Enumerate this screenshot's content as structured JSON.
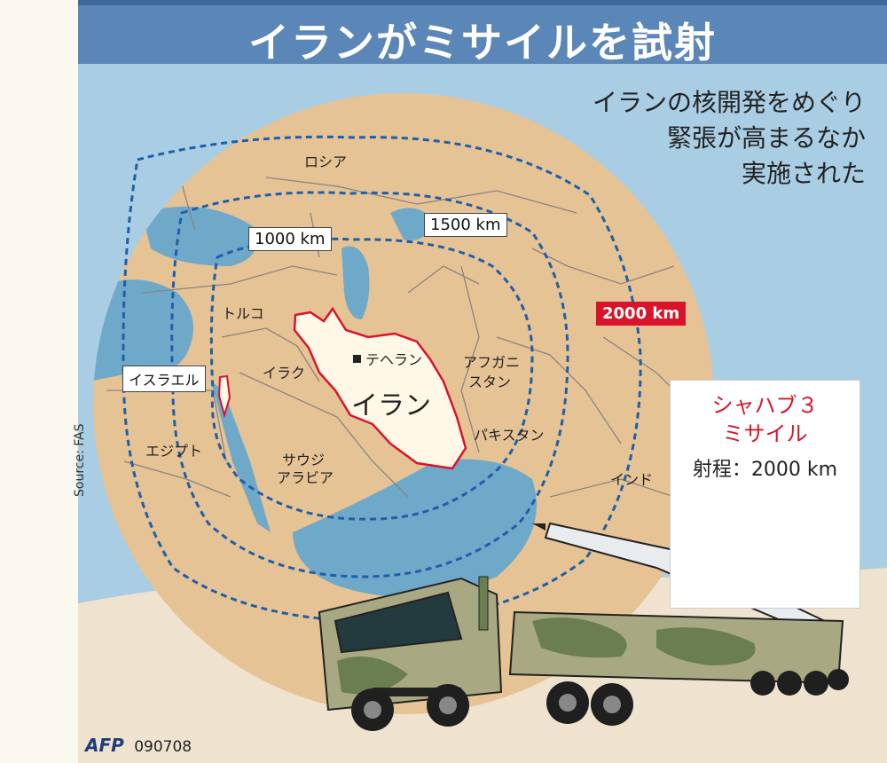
{
  "title": "イランがミサイルを試射",
  "subtitle_lines": [
    "イランの核開発をめぐり",
    "緊張が高まるなか",
    "実施された"
  ],
  "range_rings": [
    "1000 km",
    "1500 km",
    "2000 km"
  ],
  "countries": {
    "russia": "ロシア",
    "turkey": "トルコ",
    "israel": "イスラエル",
    "iraq": "イラク",
    "iran": "イラン",
    "tehran": "テヘラン",
    "afghanistan_line1": "アフガニ",
    "afghanistan_line2": "スタン",
    "pakistan": "パキスタン",
    "egypt": "エジプト",
    "saudi_line1": "サウジ",
    "saudi_line2": "アラビア",
    "india": "インド"
  },
  "missile_info": {
    "name_line1": "シャハブ３",
    "name_line2": "ミサイル",
    "range": "射程：2000 km"
  },
  "source": "Source: FAS",
  "credit": {
    "logo": "AFP",
    "date": "090708"
  },
  "colors": {
    "title_bg": "#5b86b8",
    "sky": "#a9cde3",
    "land": "#e6c395",
    "sea": "#6fa9c9",
    "iran_fill": "#fff8e6",
    "iran_border": "#d8142b",
    "ring": "#1f5fa8",
    "highlight": "#d8142b"
  }
}
